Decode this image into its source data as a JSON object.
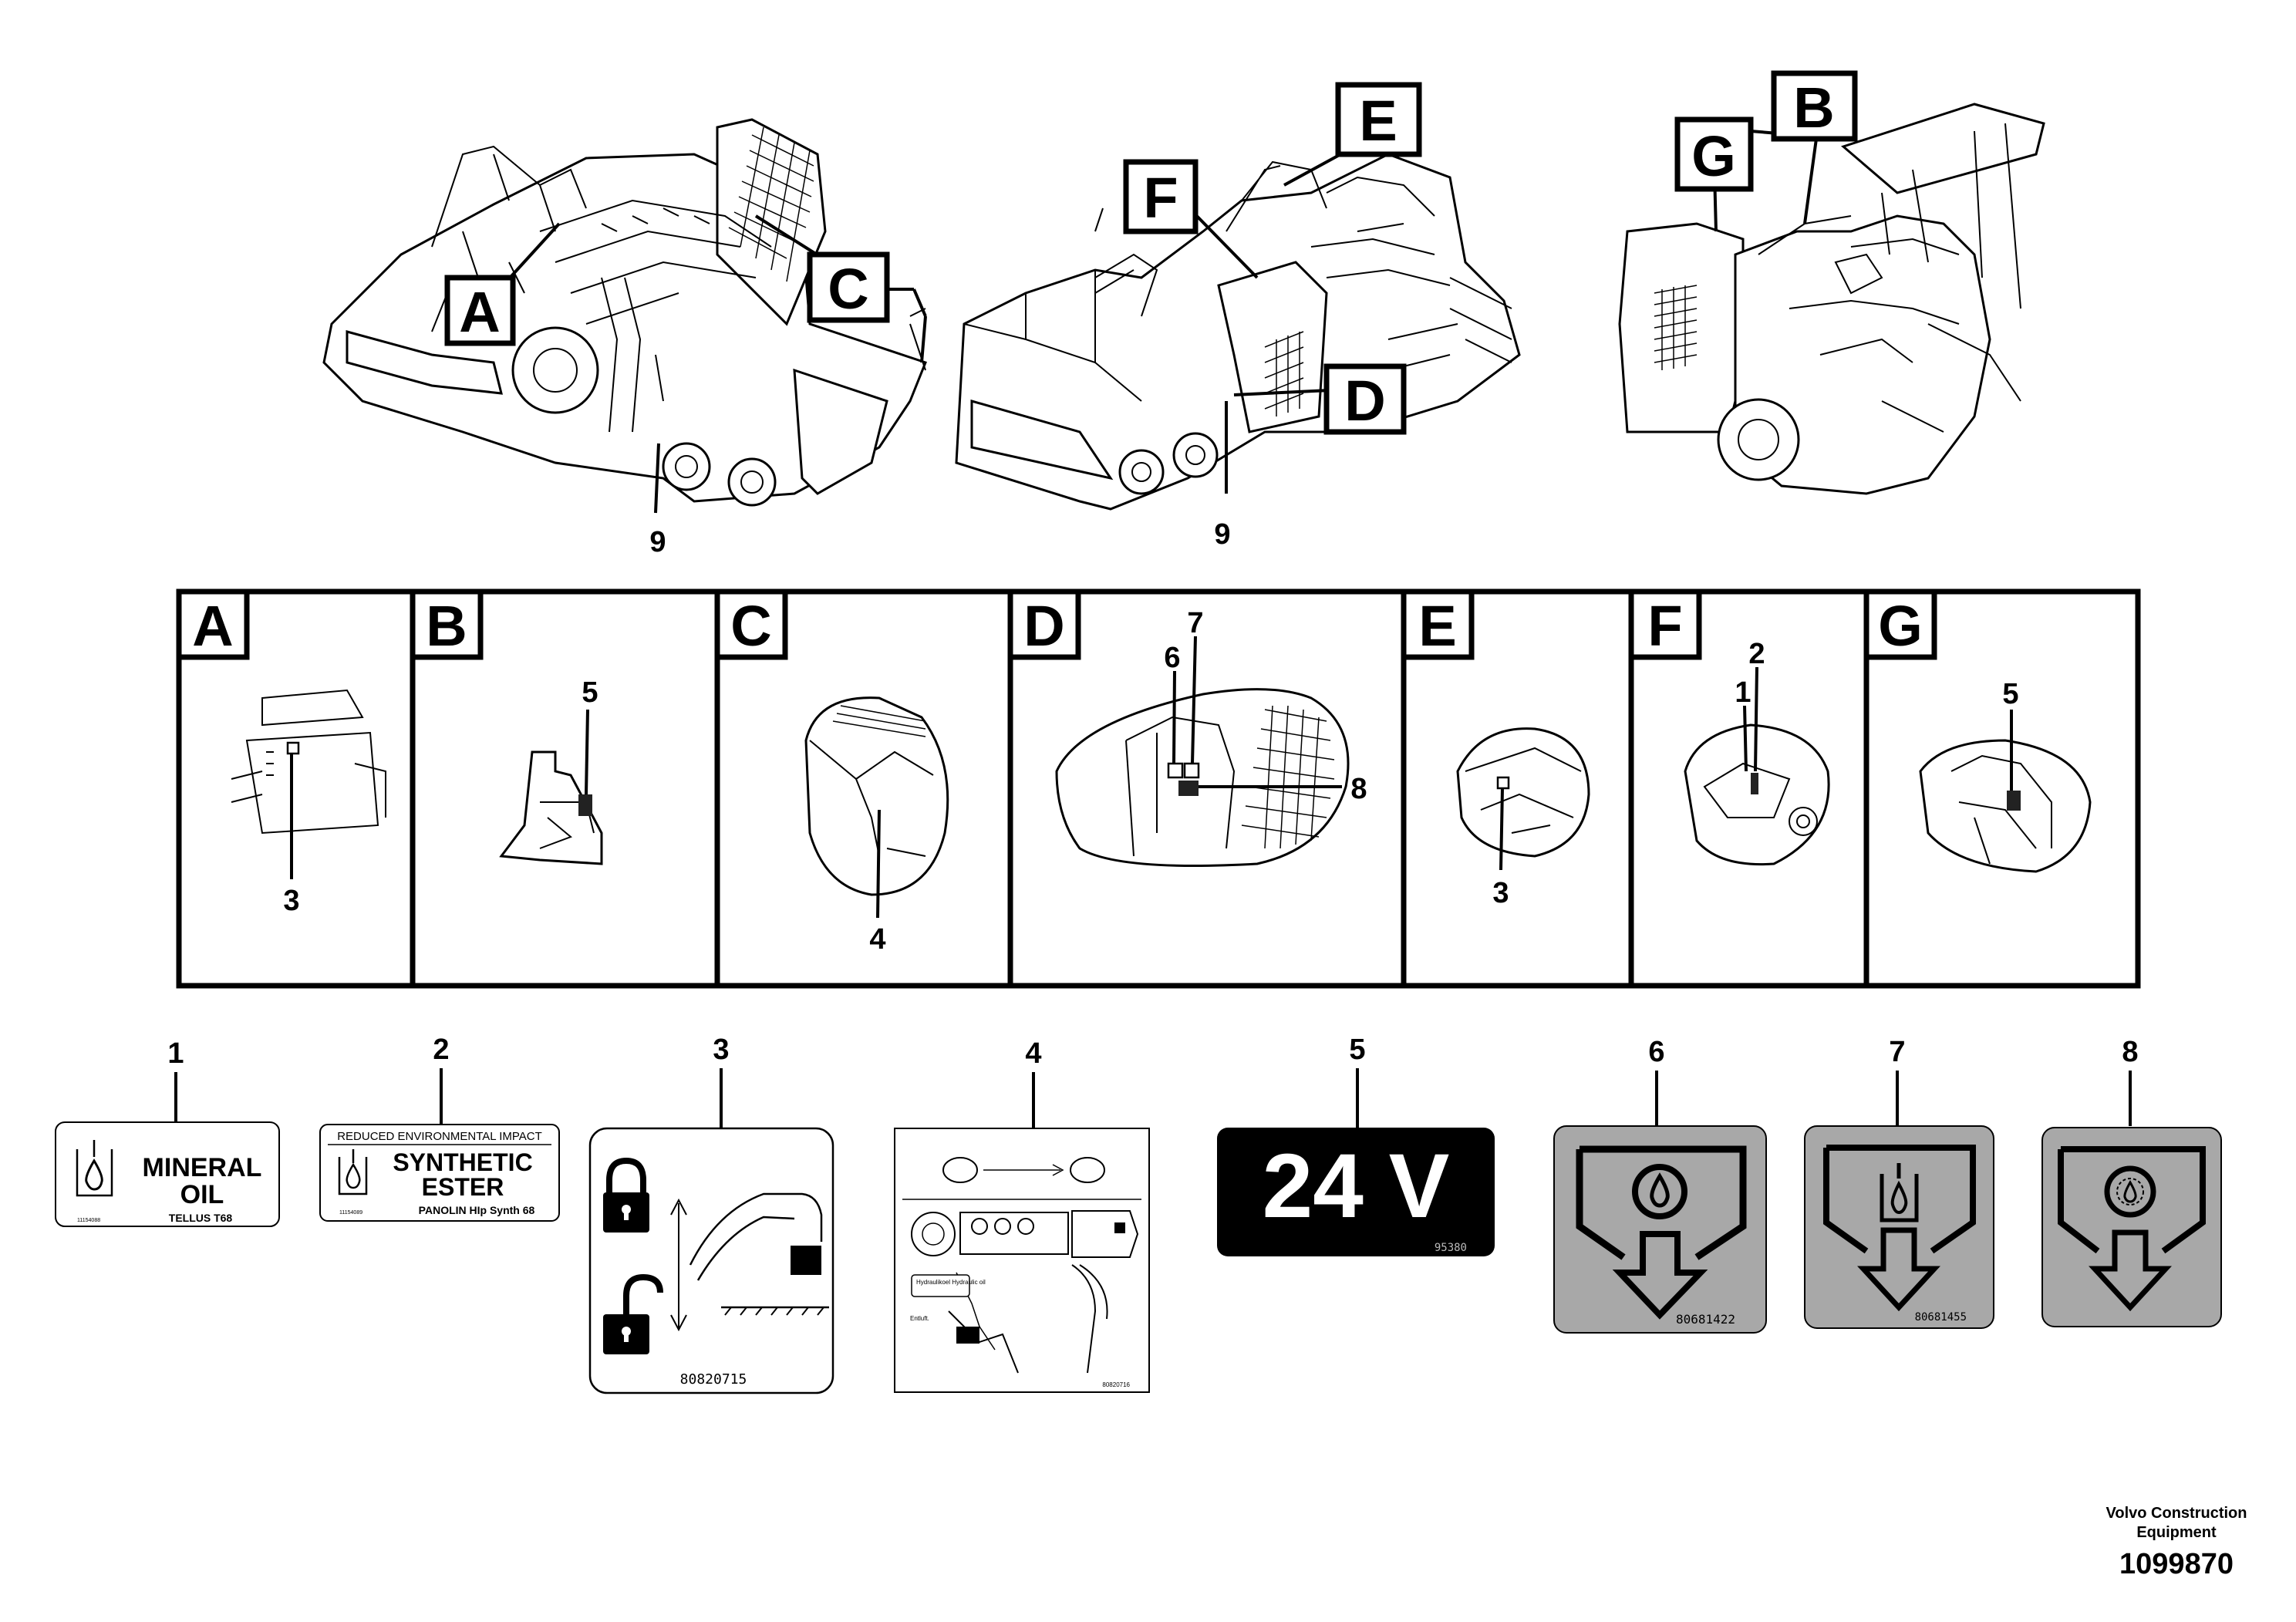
{
  "overview": {
    "callouts": [
      "A",
      "B",
      "C",
      "D",
      "E",
      "F",
      "G"
    ],
    "position_9": "9"
  },
  "detail_panels": [
    {
      "letter": "A",
      "parts": [
        "3"
      ]
    },
    {
      "letter": "B",
      "parts": [
        "5"
      ]
    },
    {
      "letter": "C",
      "parts": [
        "4"
      ]
    },
    {
      "letter": "D",
      "parts": [
        "7",
        "6",
        "8"
      ]
    },
    {
      "letter": "E",
      "parts": [
        "3"
      ]
    },
    {
      "letter": "F",
      "parts": [
        "2",
        "1"
      ]
    },
    {
      "letter": "G",
      "parts": [
        "5"
      ]
    }
  ],
  "decals": [
    {
      "number": "1",
      "line1": "MINERAL",
      "line2": "OIL",
      "sub": "TELLUS T68",
      "code": "11154088"
    },
    {
      "number": "2",
      "header": "REDUCED ENVIRONMENTAL IMPACT",
      "line1": "SYNTHETIC",
      "line2": "ESTER",
      "sub": "PANOLIN HIp Synth 68",
      "code": "11154089"
    },
    {
      "number": "3",
      "code": "80820715",
      "icons": [
        "lock-closed-icon",
        "lock-open-icon"
      ]
    },
    {
      "number": "4",
      "code": "80820716",
      "text_a": "Hydraulikoel Hydraulic oil",
      "text_b": "Entluft."
    },
    {
      "number": "5",
      "text": "24 V",
      "code": "95380"
    },
    {
      "number": "6",
      "code": "80681422",
      "icon": "oil-drop-drain-icon",
      "color": "#a8a8a8"
    },
    {
      "number": "7",
      "code": "80681455",
      "icon": "oil-can-drain-icon",
      "color": "#a8a8a8"
    },
    {
      "number": "8",
      "code": "",
      "icon": "gear-drop-drain-icon",
      "color": "#a8a8a8"
    }
  ],
  "footer": {
    "company_line1": "Volvo Construction",
    "company_line2": "Equipment",
    "drawing_number": "1099870"
  }
}
